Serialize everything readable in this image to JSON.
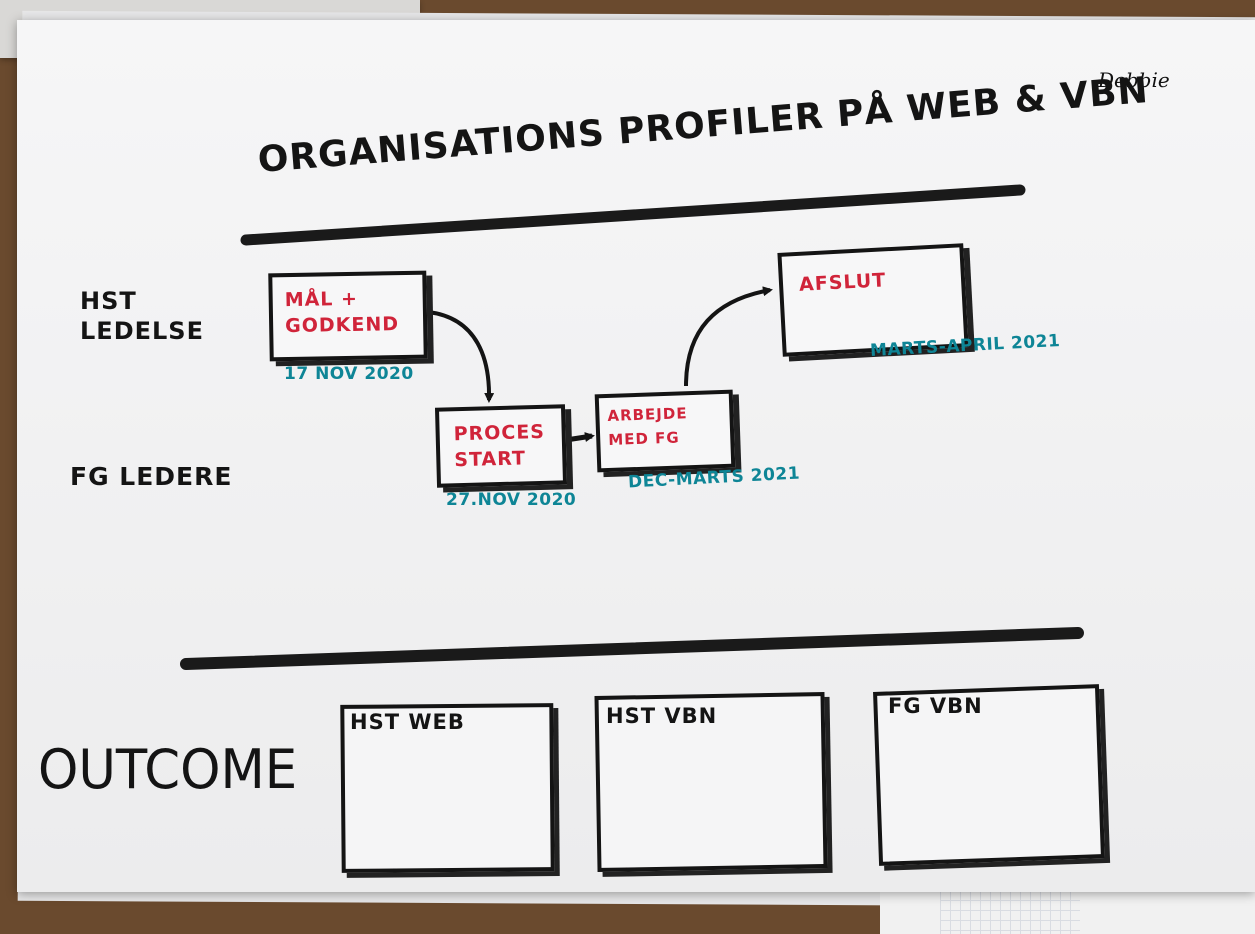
{
  "author": "Debbie",
  "title": "ORGANISATIONS PROFILER PÅ WEB & VBN",
  "row_labels": {
    "hst": "HST LEDELSE",
    "fg": "FG LEDERE",
    "outcome": "OUTCOME"
  },
  "steps": [
    {
      "id": "maal",
      "text": "MÅL + GODKEND",
      "date": "17 NOV 2020"
    },
    {
      "id": "proces",
      "text": "PROCES START",
      "date": "27.NOV 2020"
    },
    {
      "id": "arbejde",
      "text": "ARBEJDE MED FG",
      "date": "DEC-MARTS 2021"
    },
    {
      "id": "afslut",
      "text": "AFSLUT",
      "date": "MARTS-APRIL 2021"
    }
  ],
  "outcomes": [
    {
      "id": "hst-web",
      "title": "HST WEB"
    },
    {
      "id": "hst-vbn",
      "title": "HST VBN"
    },
    {
      "id": "fg-vbn",
      "title": "FG VBN"
    }
  ],
  "colors": {
    "marker_black": "#141414",
    "marker_red": "#d0243a",
    "marker_teal": "#0e8596",
    "paper": "#f4f4f5",
    "table_wood": "#6a4a2e"
  }
}
